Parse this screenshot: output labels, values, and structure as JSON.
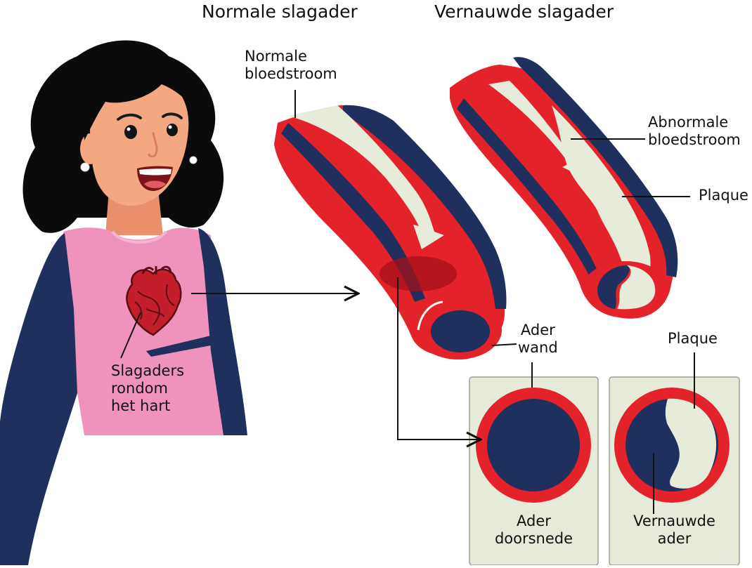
{
  "titles": {
    "normal": "Normale slagader",
    "narrowed": "Vernauwde slagader"
  },
  "labels": {
    "normal_flow": [
      "Normale",
      "bloedstroom"
    ],
    "abnormal_flow": [
      "Abnormale",
      "bloedstroom"
    ],
    "plaque_top": "Plaque",
    "vessel_wall": [
      "Ader",
      "wand"
    ],
    "plaque_box": "Plaque",
    "heart_arteries": [
      "Slagaders",
      "rondom",
      "het hart"
    ],
    "cross_section": [
      "Ader",
      "doorsnede"
    ],
    "narrowed_vessel": [
      "Vernauwde",
      "ader"
    ]
  },
  "colors": {
    "artery_red": "#e42229",
    "artery_dark_red": "#b9151c",
    "vessel_navy": "#1f2f5e",
    "plaque_cream": "#e6ecd9",
    "shirt_pink": "#ef93bd",
    "skin": "#f3a881",
    "hair": "#0b0b0b",
    "heart_red": "#c41e2a",
    "box_fill": "#e5ebd8"
  },
  "icons": {
    "person": "woman-illustration-icon",
    "heart": "heart-icon",
    "arrow": "arrow-right-icon"
  }
}
